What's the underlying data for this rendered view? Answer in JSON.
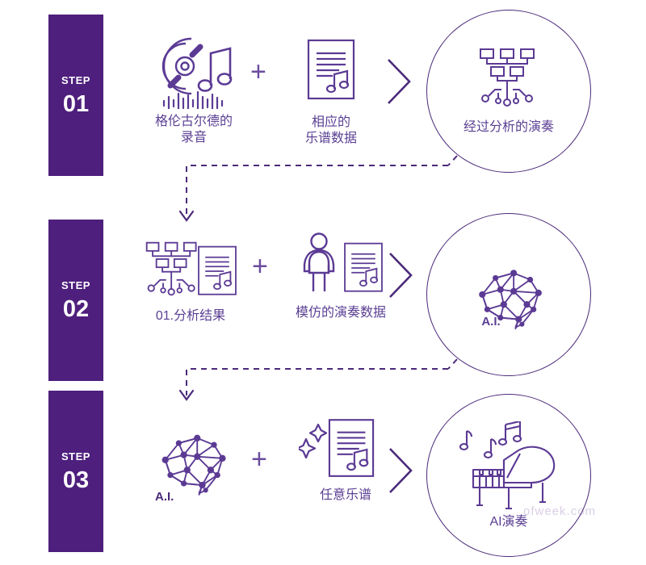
{
  "meta": {
    "title": "AI 钢琴演奏生成流程图",
    "colors": {
      "bar_purple": "#4e1f7d",
      "line_purple": "#5b3a94",
      "text_purple": "#5a3f93",
      "circle_stroke": "#4b2a7a",
      "background": "#ffffff"
    }
  },
  "watermark": {
    "text": "ofweek.com"
  },
  "steps": [
    {
      "step_word": "STEP",
      "step_number": "01",
      "inputs": [
        {
          "caption": "格伦古尔德的\n录音",
          "icons": [
            "vinyl-disc-music-icon",
            "audio-waveform-icon"
          ]
        },
        {
          "caption": "相应的\n乐谱数据",
          "icons": [
            "sheet-music-document-icon"
          ]
        }
      ],
      "operator": "+",
      "arrow": "chevron-right-icon",
      "result": {
        "label": "经过分析的演奏",
        "icon": "network-analysis-icon"
      }
    },
    {
      "step_word": "STEP",
      "step_number": "02",
      "inputs": [
        {
          "caption": "01.分析结果",
          "icons": [
            "network-analysis-icon",
            "sheet-music-document-icon"
          ]
        },
        {
          "caption": "模仿的演奏数据",
          "icons": [
            "person-performer-icon",
            "sheet-music-document-icon"
          ]
        }
      ],
      "operator": "+",
      "arrow": "chevron-right-icon",
      "result": {
        "label": "A.I.",
        "icon": "ai-brain-network-icon"
      }
    },
    {
      "step_word": "STEP",
      "step_number": "03",
      "inputs": [
        {
          "caption": "",
          "icons": [
            "ai-brain-network-icon"
          ],
          "icon_label": "A.I."
        },
        {
          "caption": "任意乐谱",
          "icons": [
            "sparkle-icon",
            "sheet-music-document-icon"
          ]
        }
      ],
      "operator": "+",
      "arrow": "chevron-right-icon",
      "result": {
        "label": "AI演奏",
        "icon": "grand-piano-music-icon"
      }
    }
  ],
  "connectors": [
    {
      "name": "step1-to-step2",
      "style": "dashed-elbow-with-arrow"
    },
    {
      "name": "step2-to-step3",
      "style": "dashed-elbow-with-arrow"
    }
  ]
}
